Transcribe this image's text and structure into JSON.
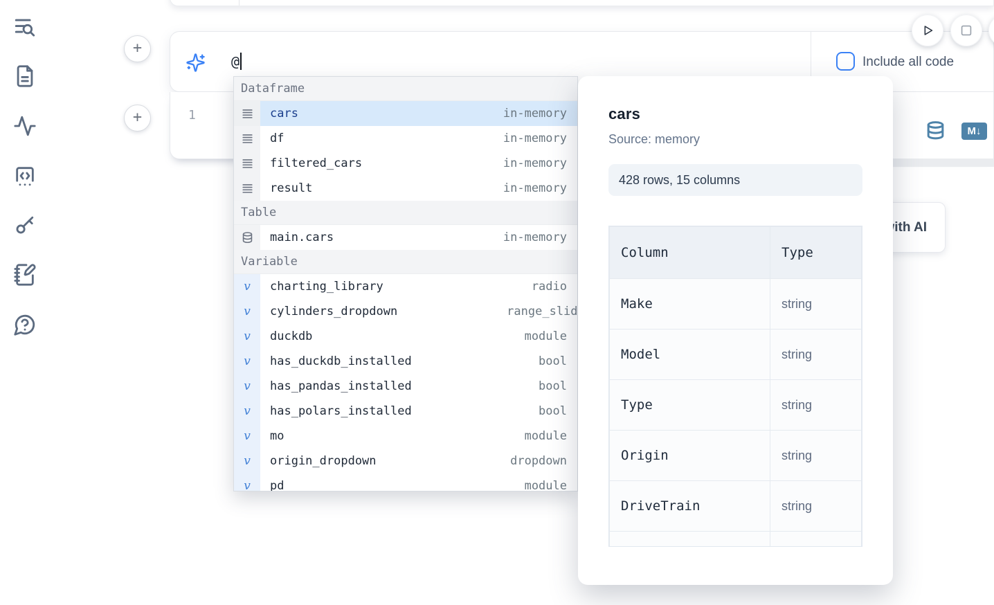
{
  "sidebar": {
    "items": [
      {
        "icon": "toc-search-icon"
      },
      {
        "icon": "document-icon"
      },
      {
        "icon": "activity-icon"
      },
      {
        "icon": "code-cell-icon"
      },
      {
        "icon": "key-icon"
      },
      {
        "icon": "scratchpad-icon"
      },
      {
        "icon": "help-chat-icon"
      }
    ]
  },
  "add_cell": {
    "top_label": "+",
    "bottom_label": "+"
  },
  "ai_panel": {
    "prompt_value": "@",
    "include_all_code_label": "Include all code",
    "include_all_code_checked": false
  },
  "run_controls": {
    "run": "play",
    "stop": "stop"
  },
  "editor_cell": {
    "line_number": "1",
    "markdown_badge": "M↓"
  },
  "generate_ai_button": {
    "label": "Generate with AI"
  },
  "autocomplete": {
    "sections": [
      {
        "label": "Dataframe",
        "icon": "dataframe-rows-icon",
        "items": [
          {
            "name": "cars",
            "type": "in-memory",
            "selected": true
          },
          {
            "name": "df",
            "type": "in-memory"
          },
          {
            "name": "filtered_cars",
            "type": "in-memory"
          },
          {
            "name": "result",
            "type": "in-memory"
          }
        ]
      },
      {
        "label": "Table",
        "icon": "database-icon",
        "items": [
          {
            "name": "main.cars",
            "type": "in-memory"
          }
        ]
      },
      {
        "label": "Variable",
        "icon": "variable-icon",
        "items": [
          {
            "name": "charting_library",
            "type": "radio"
          },
          {
            "name": "cylinders_dropdown",
            "type": "range_slider",
            "clip": true
          },
          {
            "name": "duckdb",
            "type": "module"
          },
          {
            "name": "has_duckdb_installed",
            "type": "bool"
          },
          {
            "name": "has_pandas_installed",
            "type": "bool"
          },
          {
            "name": "has_polars_installed",
            "type": "bool"
          },
          {
            "name": "mo",
            "type": "module"
          },
          {
            "name": "origin_dropdown",
            "type": "dropdown"
          },
          {
            "name": "pd",
            "type": "module",
            "partial": true
          }
        ]
      }
    ]
  },
  "popup": {
    "title": "cars",
    "source": "Source: memory",
    "shape": "428 rows, 15 columns",
    "table": {
      "headers": [
        "Column",
        "Type"
      ],
      "rows": [
        [
          "Make",
          "string"
        ],
        [
          "Model",
          "string"
        ],
        [
          "Type",
          "string"
        ],
        [
          "Origin",
          "string"
        ],
        [
          "DriveTrain",
          "string"
        ]
      ],
      "partial_extra_row": true
    }
  },
  "colors": {
    "accent_blue": "#3b82f6",
    "steel_blue": "#4e83a9",
    "selected_row": "#d7e9fb",
    "selected_text": "#1a3e8c",
    "sidebar_icon": "#5c6b80"
  }
}
